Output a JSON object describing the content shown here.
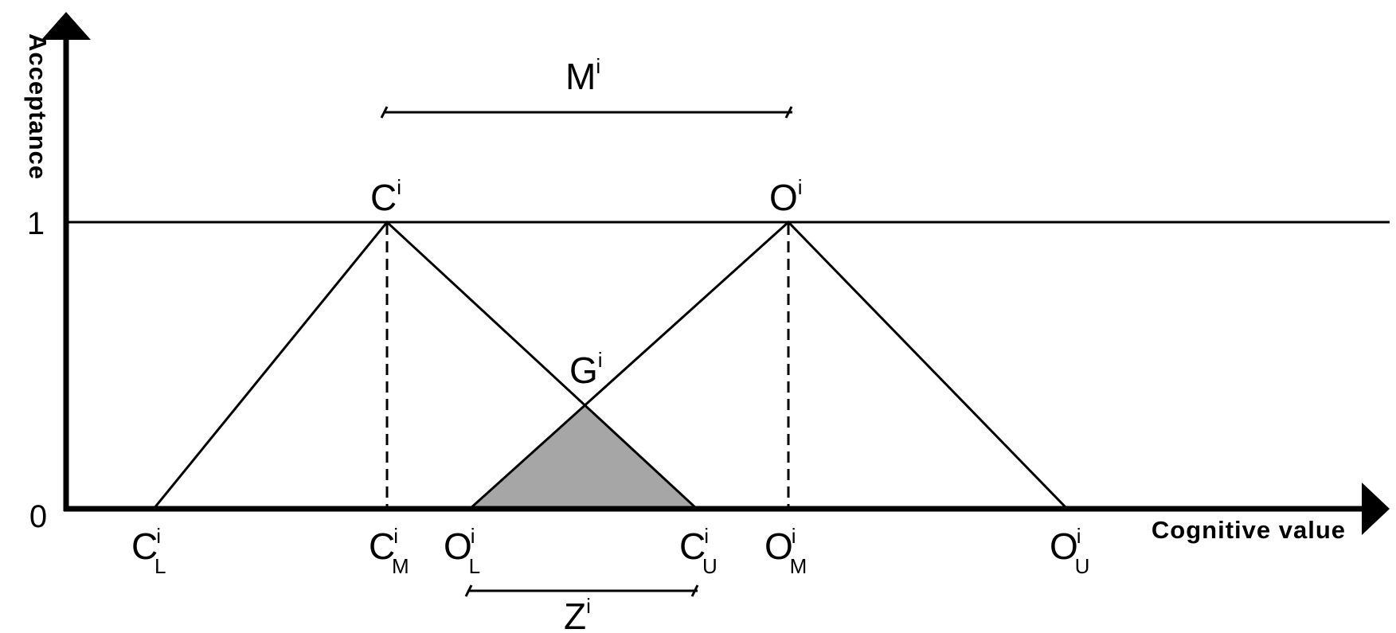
{
  "axes": {
    "y_title": "Acceptance",
    "x_title": "Cognitive value",
    "tick_one": "1",
    "tick_zero": "0"
  },
  "points": {
    "C": {
      "base": "C",
      "sup": "i"
    },
    "O": {
      "base": "O",
      "sup": "i"
    },
    "G": {
      "base": "G",
      "sup": "i"
    },
    "M": {
      "base": "M",
      "sup": "i"
    },
    "Z": {
      "base": "Z",
      "sup": "i"
    }
  },
  "x_labels": {
    "CL": {
      "base": "C",
      "sup": "i",
      "sub": "L"
    },
    "CM": {
      "base": "C",
      "sup": "i",
      "sub": "M"
    },
    "OL": {
      "base": "O",
      "sup": "i",
      "sub": "L"
    },
    "CU": {
      "base": "C",
      "sup": "i",
      "sub": "U"
    },
    "OM": {
      "base": "O",
      "sup": "i",
      "sub": "M"
    },
    "OU": {
      "base": "O",
      "sup": "i",
      "sub": "U"
    }
  },
  "colors": {
    "line": "#000000",
    "overlap_fill": "#a6a6a6"
  }
}
